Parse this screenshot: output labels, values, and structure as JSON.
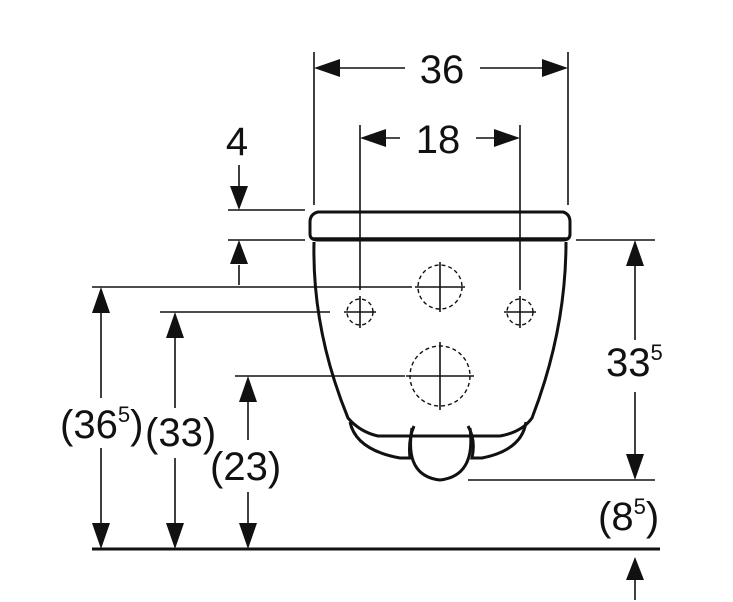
{
  "dimensions": {
    "width_total": "36",
    "hole_spacing": "18",
    "seat_offset": "4",
    "height_main": "33",
    "height_main_sup": "5",
    "outlet_offset": "(8",
    "outlet_offset_sup": "5",
    "outlet_offset_close": ")",
    "h_36_open": "(36",
    "h_36_sup": "5",
    "h_36_close": ")",
    "h_33": "(33)",
    "h_23": "(23)"
  }
}
